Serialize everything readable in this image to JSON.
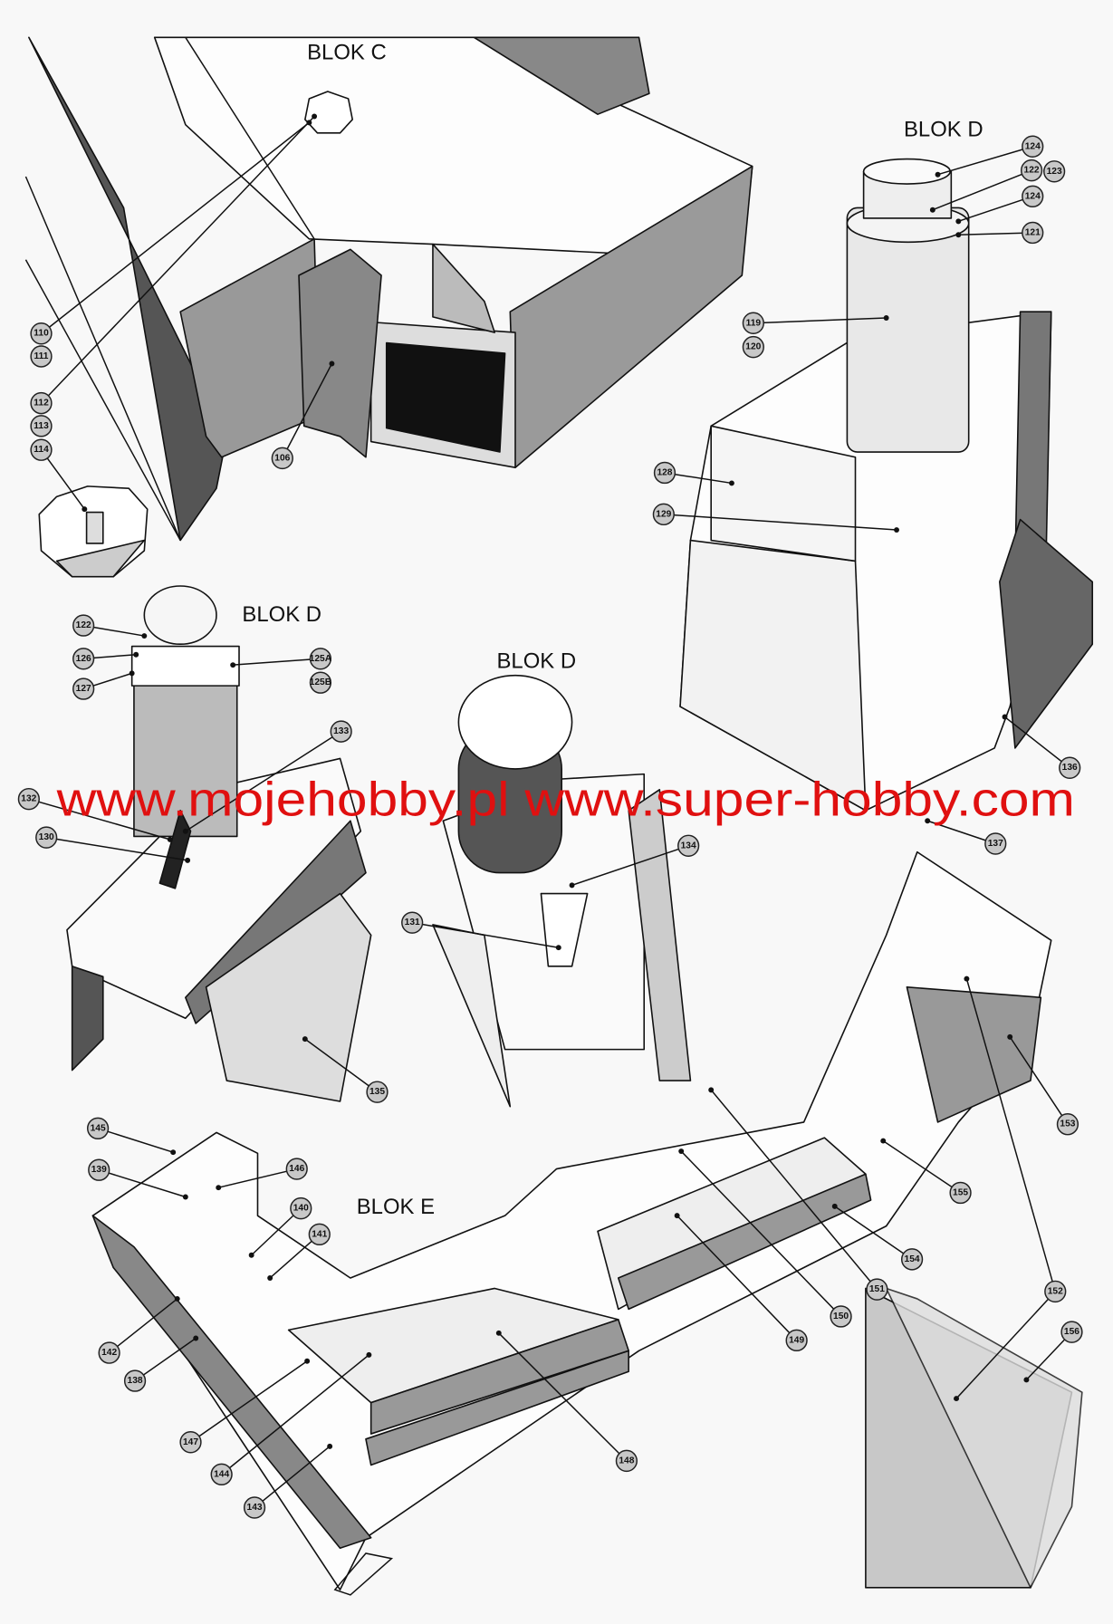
{
  "block_labels": [
    "BLOK C",
    "BLOK D",
    "BLOK D",
    "BLOK D",
    "BLOK E"
  ],
  "watermark": "www.mojehobby.pl www.super-hobby.com",
  "callouts": [
    "110",
    "111",
    "112",
    "113",
    "114",
    "106",
    "124",
    "122",
    "123",
    "124",
    "121",
    "119",
    "120",
    "128",
    "129",
    "136",
    "137",
    "122",
    "126",
    "127",
    "125A",
    "125B",
    "133",
    "132",
    "130",
    "134",
    "131",
    "135",
    "145",
    "139",
    "146",
    "140",
    "141",
    "142",
    "138",
    "147",
    "144",
    "143",
    "148",
    "149",
    "150",
    "151",
    "154",
    "155",
    "153",
    "152",
    "156"
  ],
  "colors": {
    "watermark": "#e01010",
    "callout_fill": "#c8c8c8",
    "shade_dark": "#6e6e6e",
    "shade_mid": "#a8a8a8",
    "shade_light": "#e4e4e4"
  }
}
